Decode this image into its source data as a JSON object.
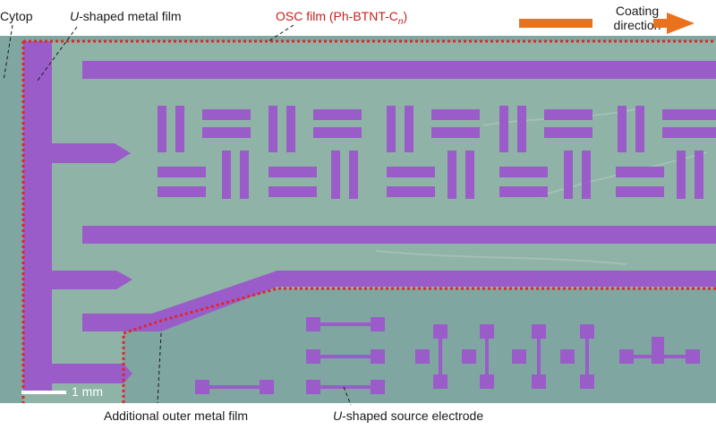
{
  "labels": {
    "cytop": "Cytop",
    "u_metal_prefix": "U",
    "u_metal_suffix": "-shaped metal film",
    "osc_prefix": "OSC film (Ph-BTNT-C",
    "osc_sub": "n",
    "osc_suffix": ")",
    "coating_line1": "Coating",
    "coating_line2": "direction",
    "scale": "1 mm",
    "outer_metal": "Additional outer metal film",
    "source_prefix": "U",
    "source_suffix": "-shaped source electrode"
  },
  "colors": {
    "background_film": "#8fb3a6",
    "substrate": "#7fa6a0",
    "metal": "#9a5cc8",
    "osc_outline": "#e0262a",
    "arrow": "#e8731c"
  }
}
